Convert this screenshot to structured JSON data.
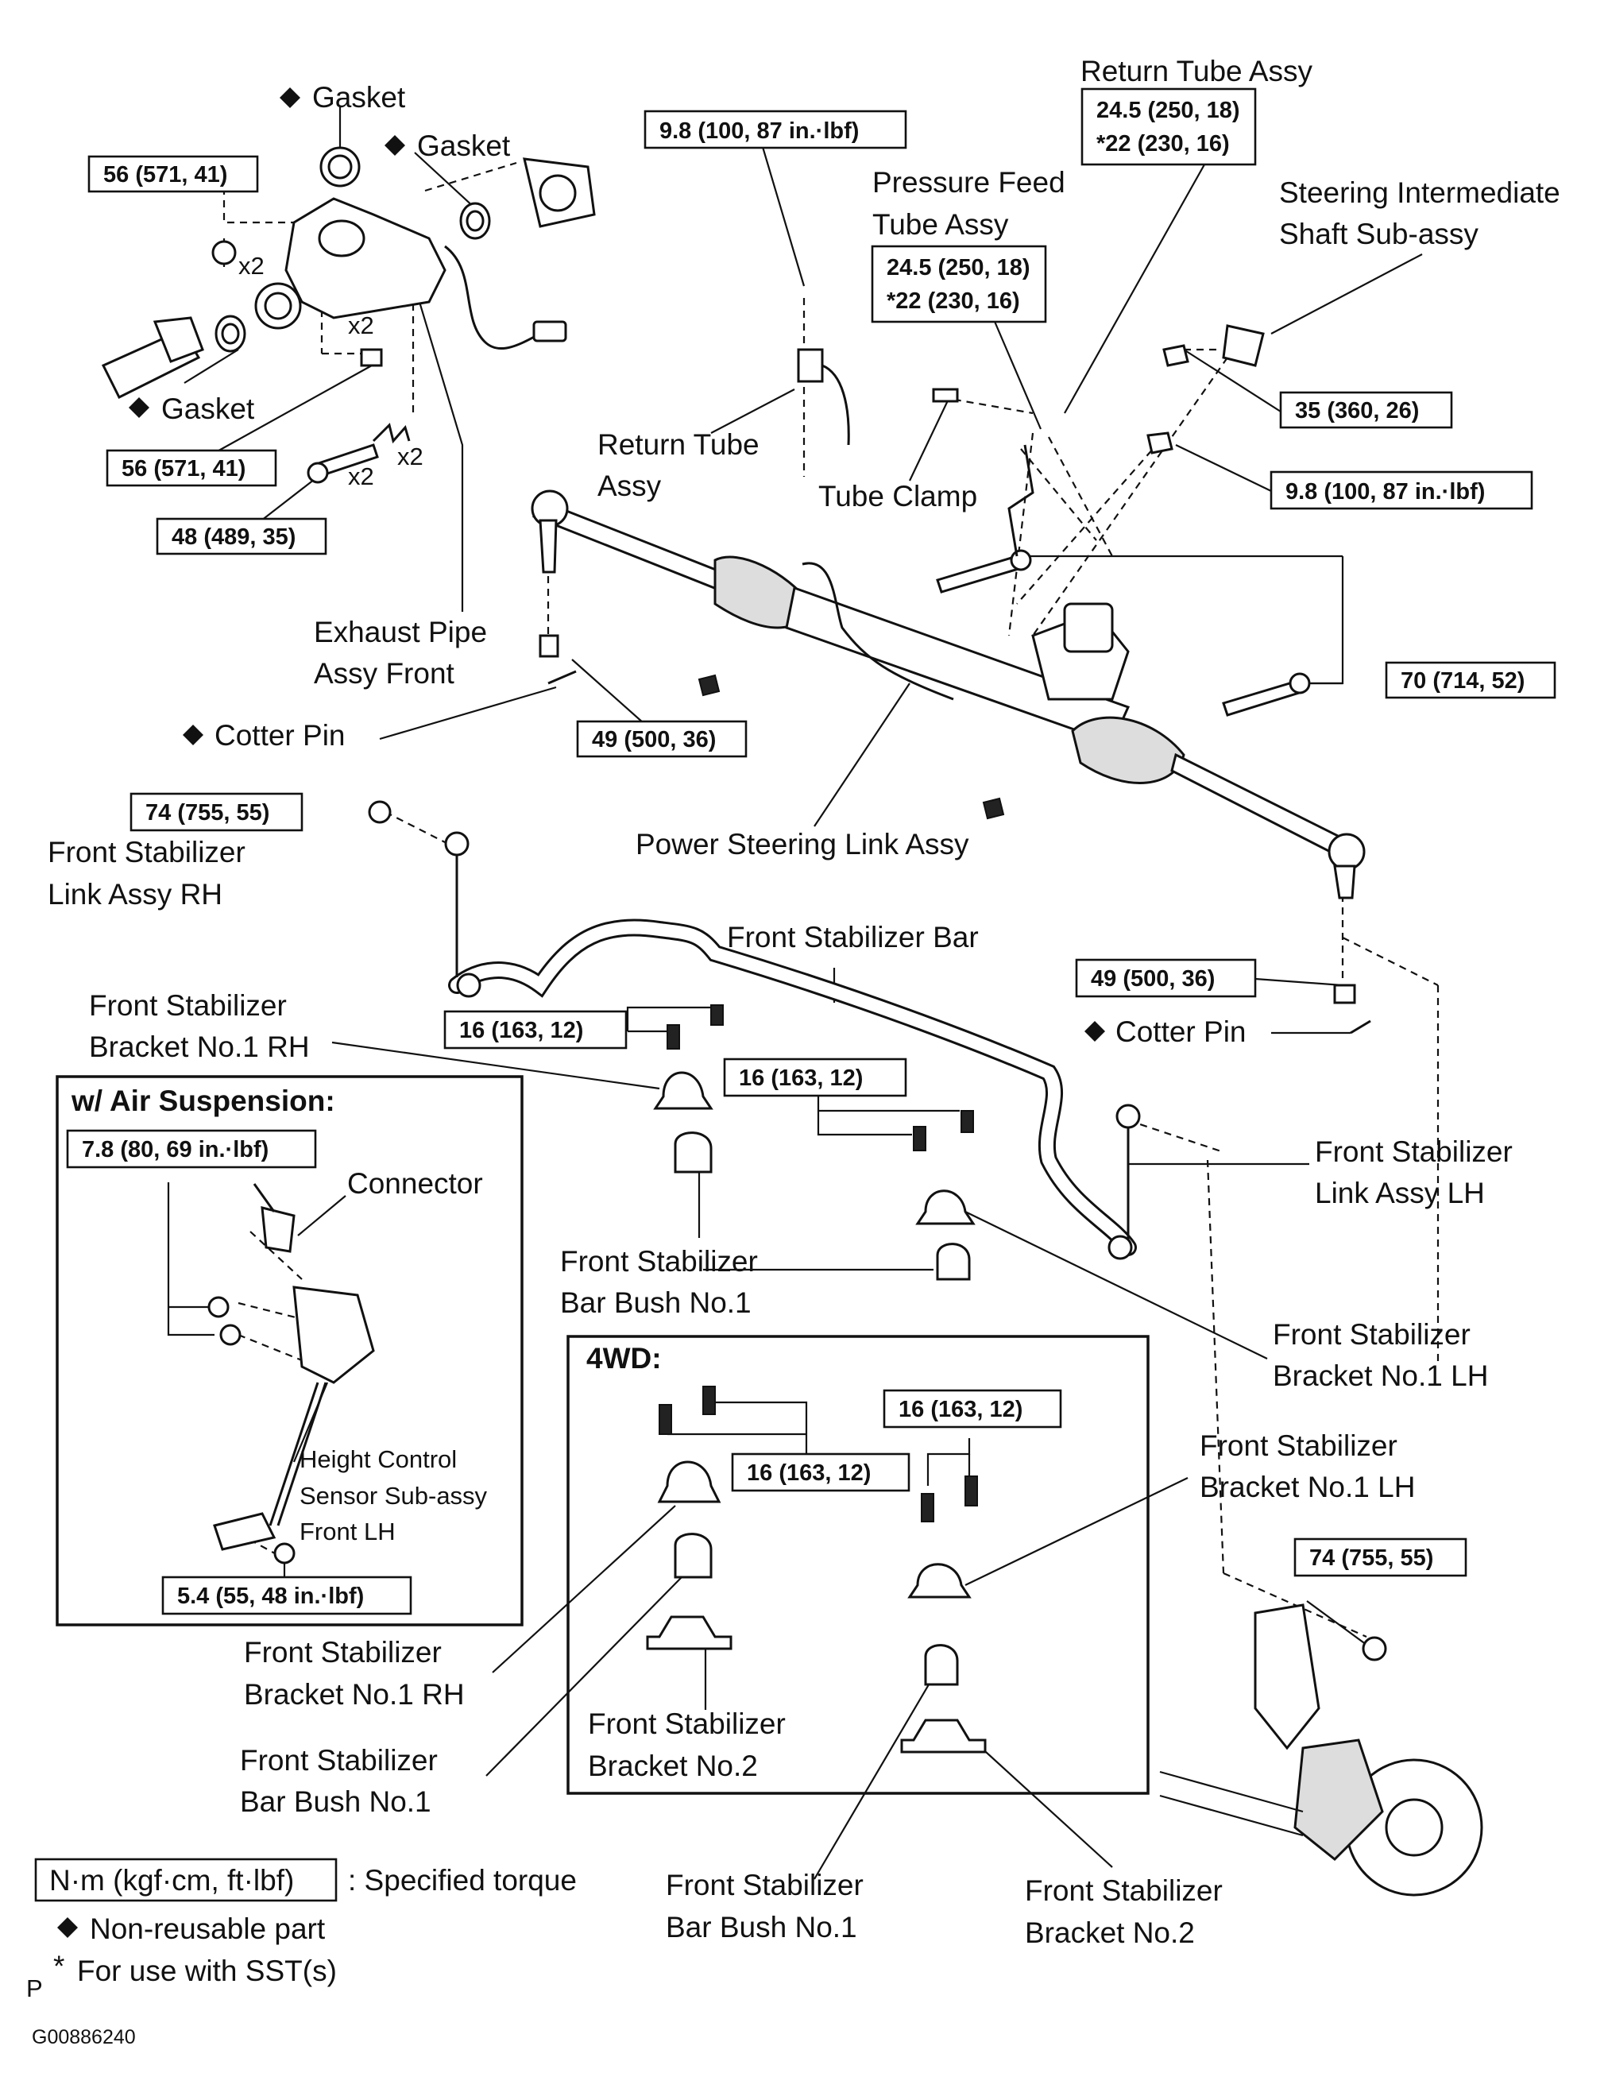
{
  "labels": {
    "return_tube_assy_top": "Return Tube Assy",
    "steering_shaft_1": "Steering Intermediate",
    "steering_shaft_2": "Shaft Sub-assy",
    "pressure_feed_1": "Pressure Feed",
    "pressure_feed_2": "Tube Assy",
    "gasket_1": "Gasket",
    "gasket_2": "Gasket",
    "gasket_3": "Gasket",
    "x2_a": "x2",
    "x2_b": "x2",
    "x2_c": "x2",
    "x2_d": "x2",
    "return_tube_mid_1": "Return Tube",
    "return_tube_mid_2": "Assy",
    "tube_clamp": "Tube Clamp",
    "exhaust_1": "Exhaust Pipe",
    "exhaust_2": "Assy Front",
    "cotter_pin_1": "Cotter Pin",
    "cotter_pin_2": "Cotter Pin",
    "power_steering": "Power Steering Link Assy",
    "stab_link_rh_1": "Front Stabilizer",
    "stab_link_rh_2": "Link Assy RH",
    "stab_bar": "Front Stabilizer Bar",
    "stab_bracket_rh_1": "Front Stabilizer",
    "stab_bracket_rh_2": "Bracket No.1 RH",
    "stab_link_lh_1": "Front Stabilizer",
    "stab_link_lh_2": "Link Assy LH",
    "connector": "Connector",
    "bar_bush_1": "Front Stabilizer",
    "bar_bush_2": "Bar Bush No.1",
    "stab_bracket_lh_1": "Front Stabilizer",
    "stab_bracket_lh_2": "Bracket No.1 LH",
    "stab_bracket_lh_b1": "Front Stabilizer",
    "stab_bracket_lh_b2": "Bracket No.1 LH",
    "height_1": "Height Control",
    "height_2": "Sensor Sub-assy",
    "height_3": "Front LH",
    "bracket_rh_4wd_1": "Front Stabilizer",
    "bracket_rh_4wd_2": "Bracket No.1 RH",
    "bracket_no2_a1": "Front Stabilizer",
    "bracket_no2_a2": "Bracket No.2",
    "bush_4wd_1": "Front Stabilizer",
    "bush_4wd_2": "Bar Bush No.1",
    "bush_4wd_b1": "Front Stabilizer",
    "bush_4wd_b2": "Bar Bush No.1",
    "bracket_no2_b1": "Front Stabilizer",
    "bracket_no2_b2": "Bracket No.2"
  },
  "torques": {
    "t_ret_a": "24.5 (250, 18)",
    "t_ret_b": "*22 (230, 16)",
    "t_pf_a": "24.5 (250, 18)",
    "t_pf_b": "*22 (230, 16)",
    "t_98_top": "9.8 (100, 87 in.·lbf)",
    "t_56_a": "56 (571, 41)",
    "t_56_b": "56 (571, 41)",
    "t_48": "48 (489, 35)",
    "t_35": "35 (360, 26)",
    "t_98_right": "9.8 (100, 87 in.·lbf)",
    "t_70": "70 (714, 52)",
    "t_49_a": "49 (500, 36)",
    "t_49_b": "49 (500, 36)",
    "t_74_a": "74 (755, 55)",
    "t_74_b": "74 (755, 55)",
    "t_16_a": "16 (163, 12)",
    "t_16_b": "16 (163, 12)",
    "t_16_c": "16 (163, 12)",
    "t_16_d": "16 (163, 12)",
    "t_78": "7.8 (80, 69 in.·lbf)",
    "t_54": "5.4 (55, 48 in.·lbf)"
  },
  "insets": {
    "air_title": "w/ Air Suspension:",
    "wd_title": "4WD:"
  },
  "legend": {
    "unit_box": "N·m (kgf·cm, ft·lbf)",
    "unit_desc": ": Specified torque",
    "non_reusable": "Non-reusable part",
    "sst_mark": "*",
    "sst": "For use with SST(s)",
    "p_mark": "P"
  },
  "figure_id": "G00886240",
  "icon_names": [
    "diamond-icon"
  ]
}
